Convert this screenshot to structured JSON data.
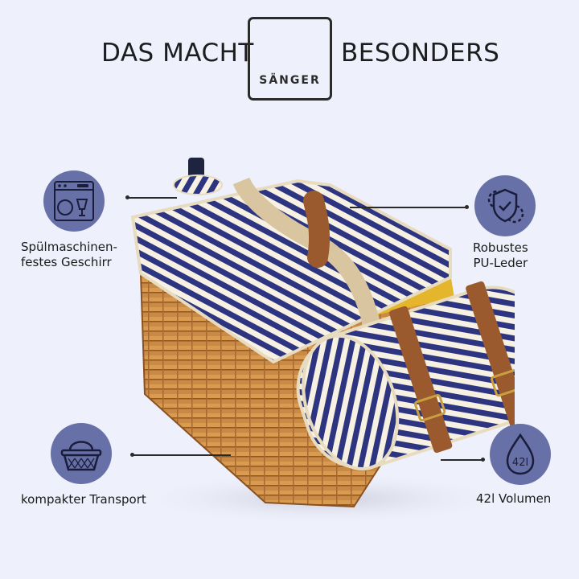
{
  "header": {
    "left_text": "DAS MACHT",
    "right_text": "BESONDERS",
    "logo_text": "SÄNGER"
  },
  "features": {
    "dishwasher": {
      "icon": "dishwasher-icon",
      "line1": "Spülmaschinen-",
      "line2": "festes Geschirr"
    },
    "leather": {
      "icon": "shield-gear-icon",
      "line1": "Robustes",
      "line2": "PU-Leder"
    },
    "transport": {
      "icon": "basket-icon",
      "line1": "kompakter Transport"
    },
    "volume": {
      "icon": "water-drop-icon",
      "icon_text": "42l",
      "line1": "42l Volumen"
    }
  },
  "colors": {
    "background": "#eef0fb",
    "icon_circle": "#6870a8",
    "stripe_blue": "#2e3580",
    "wicker": "#c8843e",
    "leather": "#9a5a2e"
  }
}
